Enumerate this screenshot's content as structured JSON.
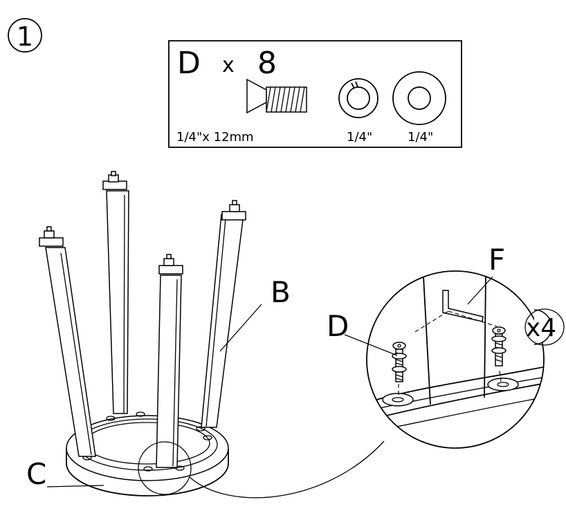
{
  "step": {
    "number": "1"
  },
  "parts_box": {
    "part_letter": "D",
    "multiply_sign": "x",
    "quantity": "8",
    "bolt_size": "1/4\"x 12mm",
    "lock_washer_size": "1/4\"",
    "flat_washer_size": "1/4\""
  },
  "callouts": {
    "leg_label": "B",
    "seat_ring_label": "C",
    "bolt_label": "D",
    "allen_key_label": "F",
    "repeat_count": "x4"
  }
}
